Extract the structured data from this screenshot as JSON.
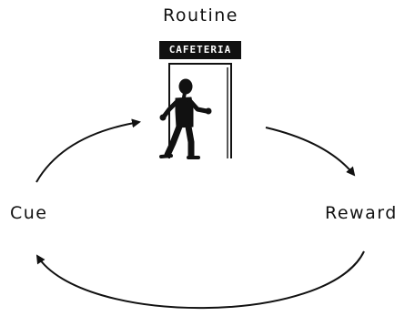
{
  "labels": {
    "routine": "Routine",
    "cue": "Cue",
    "reward": "Reward"
  },
  "sign": {
    "text": "CAFETERIA"
  },
  "icons": {
    "person": "walking-person-icon",
    "door": "door-icon"
  },
  "colors": {
    "ink": "#111111",
    "background": "#ffffff",
    "sign_text": "#ffffff"
  }
}
